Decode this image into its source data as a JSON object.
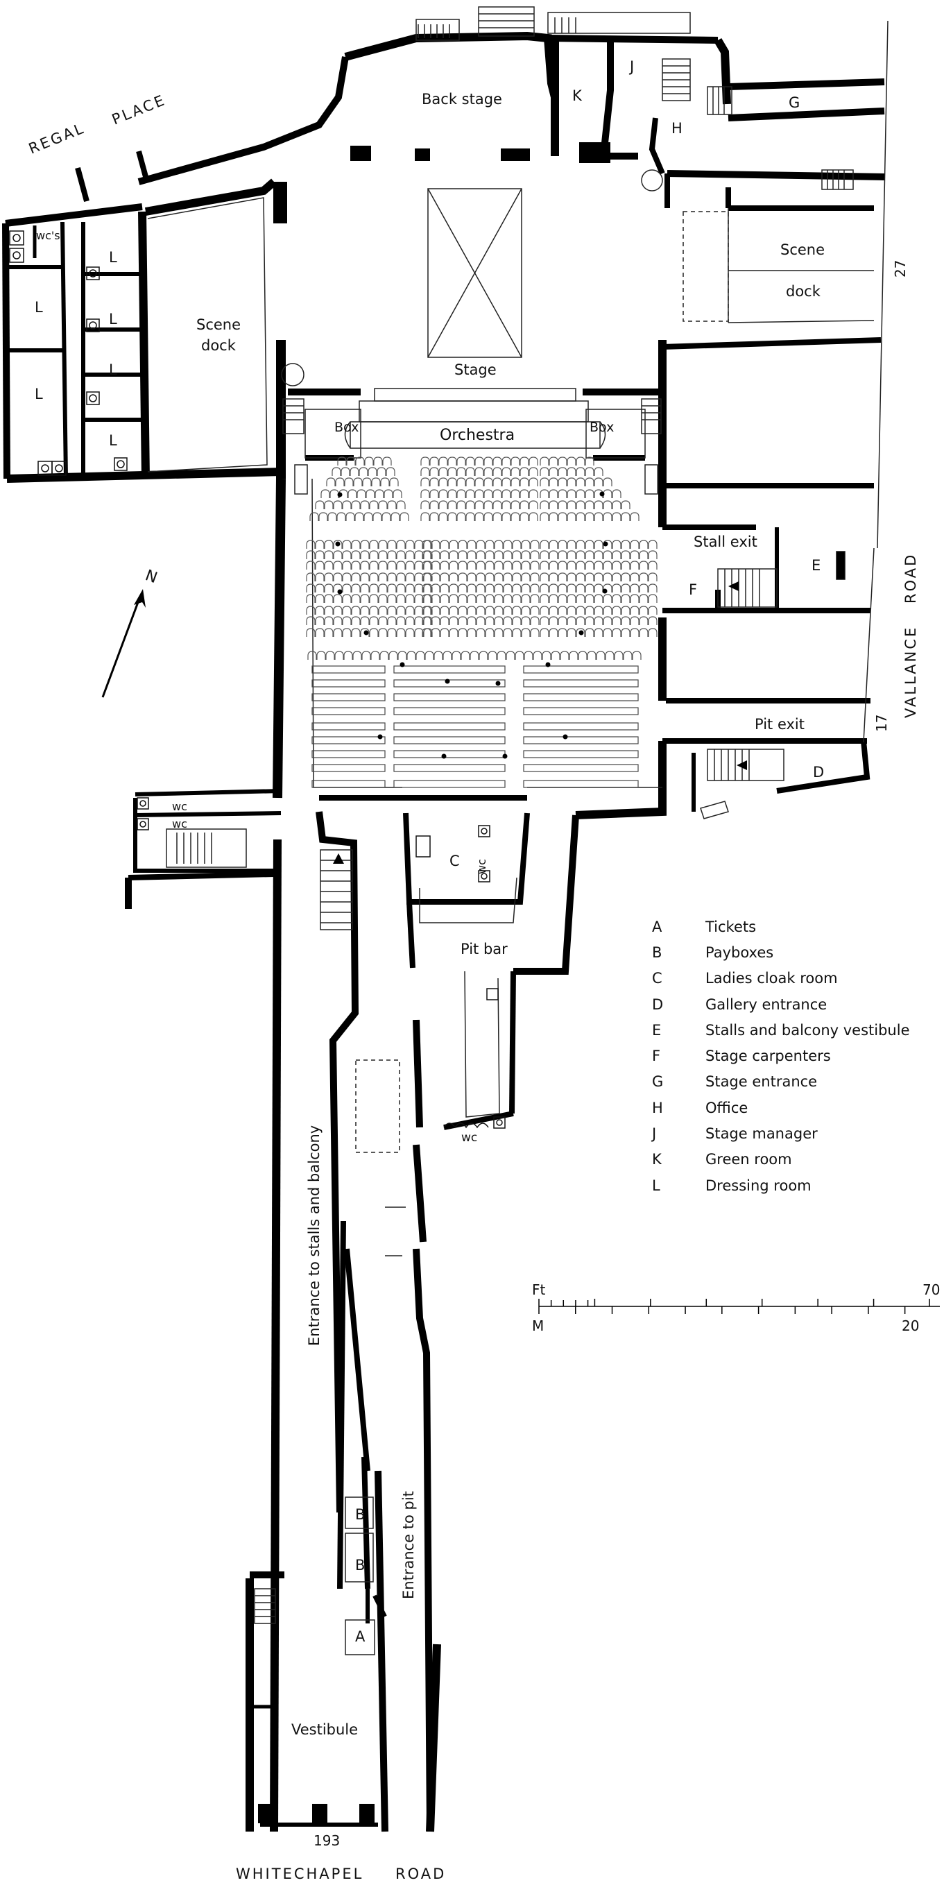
{
  "streets": {
    "regal_place_1": "REGAL",
    "regal_place_2": "PLACE",
    "vallance_1": "VALLANCE",
    "vallance_2": "ROAD",
    "whitechapel_1": "WHITECHAPEL",
    "whitechapel_2": "ROAD"
  },
  "numbers": {
    "n27": "27",
    "n17": "17",
    "n193": "193"
  },
  "rooms": {
    "back_stage": "Back stage",
    "k": "K",
    "j": "J",
    "h": "H",
    "g": "G",
    "wcs": "wc's",
    "l1": "L",
    "l2": "L",
    "l3": "L",
    "l4": "L",
    "l5": "L",
    "l6": "L",
    "scene_dock_left_1": "Scene",
    "scene_dock_left_2": "dock",
    "stage": "Stage",
    "scene_dock_right_1": "Scene",
    "scene_dock_right_2": "dock",
    "box_left": "Box",
    "box_right": "Box",
    "orchestra": "Orchestra",
    "stall_exit": "Stall exit",
    "e": "E",
    "f": "F",
    "pit_exit": "Pit exit",
    "d": "D",
    "wc_a": "wc",
    "wc_b": "wc",
    "c": "C",
    "wc_c": "wc",
    "pit_bar": "Pit bar",
    "wc_d": "wc",
    "entrance_stalls": "Entrance to stalls and balcony",
    "entrance_pit": "Entrance to pit",
    "b1": "B",
    "b2": "B",
    "a": "A",
    "vestibule": "Vestibule"
  },
  "north": "N",
  "legend": [
    {
      "key": "A",
      "label": "Tickets"
    },
    {
      "key": "B",
      "label": "Payboxes"
    },
    {
      "key": "C",
      "label": "Ladies cloak room"
    },
    {
      "key": "D",
      "label": "Gallery entrance"
    },
    {
      "key": "E",
      "label": "Stalls and balcony vestibule"
    },
    {
      "key": "F",
      "label": "Stage carpenters"
    },
    {
      "key": "G",
      "label": "Stage entrance"
    },
    {
      "key": "H",
      "label": "Office"
    },
    {
      "key": "J",
      "label": "Stage manager"
    },
    {
      "key": "K",
      "label": "Green room"
    },
    {
      "key": "L",
      "label": "Dressing room"
    }
  ],
  "scale": {
    "ft_label": "Ft",
    "ft_max": "70",
    "m_label": "M",
    "m_max": "20"
  }
}
